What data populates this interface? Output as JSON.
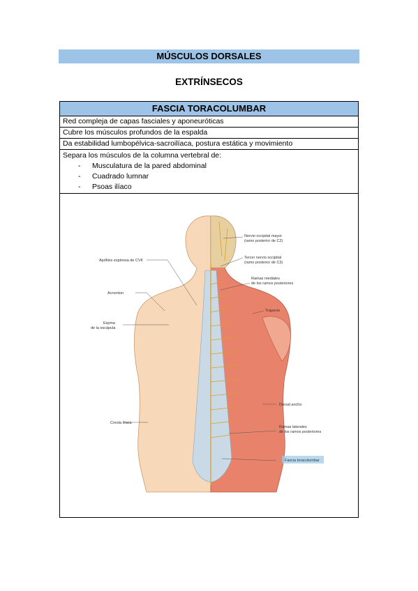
{
  "title": "MÚSCULOS DORSALES",
  "subtitle": "EXTRÍNSECOS",
  "table": {
    "header": "FASCIA TORACOLUMBAR",
    "rows": [
      "Red compleja de capas fasciales y aponeuróticas",
      "Cubre los músculos profundos de la espalda",
      "Da estabilidad lumbopélvica-sacroilíaca, postura estática y movimiento"
    ],
    "list_intro": "Separa los músculos de la columna vertebral de:",
    "list_dash": "-",
    "list_items": [
      "Musculatura de la pared abdominal",
      "Cuadrado lumnar",
      "Psoas ilíaco"
    ]
  },
  "figure": {
    "labels_left": {
      "apofisis": "Apófisis espinosa de CVII",
      "acromion": "Acromion",
      "espina_1": "Espina",
      "espina_2": "de la escápula",
      "cresta": "Cresta ilíaca"
    },
    "labels_right": {
      "nervio_occ_1": "Nervio occipital mayor",
      "nervio_occ_2": "(ramo posterior de C2)",
      "tercer_1": "Tercer nervio occipital",
      "tercer_2": "(ramo posterior de C3)",
      "mediales_1": "Ramas mediales",
      "mediales_2": "de los ramos posteriores",
      "trapecio": "Trapecio",
      "dorsal": "Dorsal ancho",
      "laterales_1": "Ramas laterales",
      "laterales_2": "de los ramos posteriores",
      "fascia": "Fascia toracolumbar"
    },
    "colors": {
      "skin": "#f7d8b8",
      "muscle": "#e8826a",
      "fascia": "#c9d9e6",
      "nerve": "#d9a020",
      "highlight": "#9fcbe8"
    }
  }
}
